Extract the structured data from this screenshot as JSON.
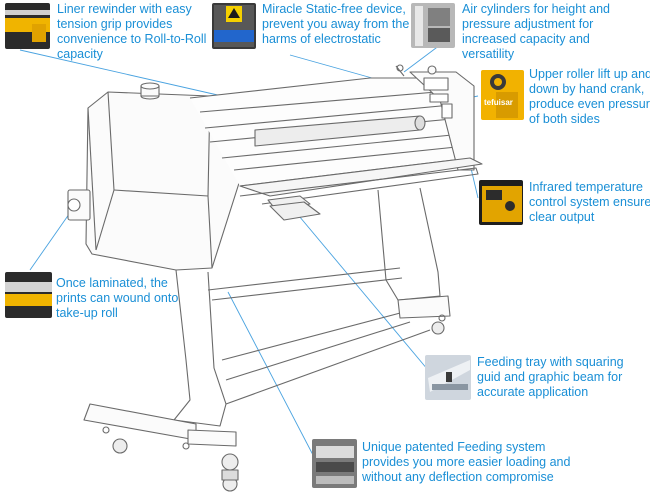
{
  "accent": "#1a8fd6",
  "callouts": {
    "liner_rewinder": [
      "Liner rewinder with easy",
      "tension grip provides",
      "convenience to Roll-to-Roll",
      "capacity"
    ],
    "static_free": [
      "Miracle Static-free device,",
      "prevent you away from the",
      "harms of electrostatic"
    ],
    "air_cylinders": [
      "Air cylinders for height and",
      "pressure adjustment for",
      "increased capacity and",
      "versatility"
    ],
    "upper_roller": [
      "Upper roller lift up and",
      "down by hand crank,",
      "produce even pressure",
      "of both sides"
    ],
    "infrared": [
      "Infrared temperature",
      "control system ensures",
      "clear output"
    ],
    "take_up": [
      "Once laminated, the",
      "prints can wound onto",
      "take-up roll"
    ],
    "feeding_tray": [
      "Feeding tray with squaring",
      "guid and graphic beam for",
      "accurate application"
    ],
    "feeding_system": [
      "Unique patented Feeding system",
      "provides you more easier loading and",
      "without any deflection compromise"
    ]
  },
  "thumbs": {
    "upper_roller_brand": "tefuisar"
  }
}
